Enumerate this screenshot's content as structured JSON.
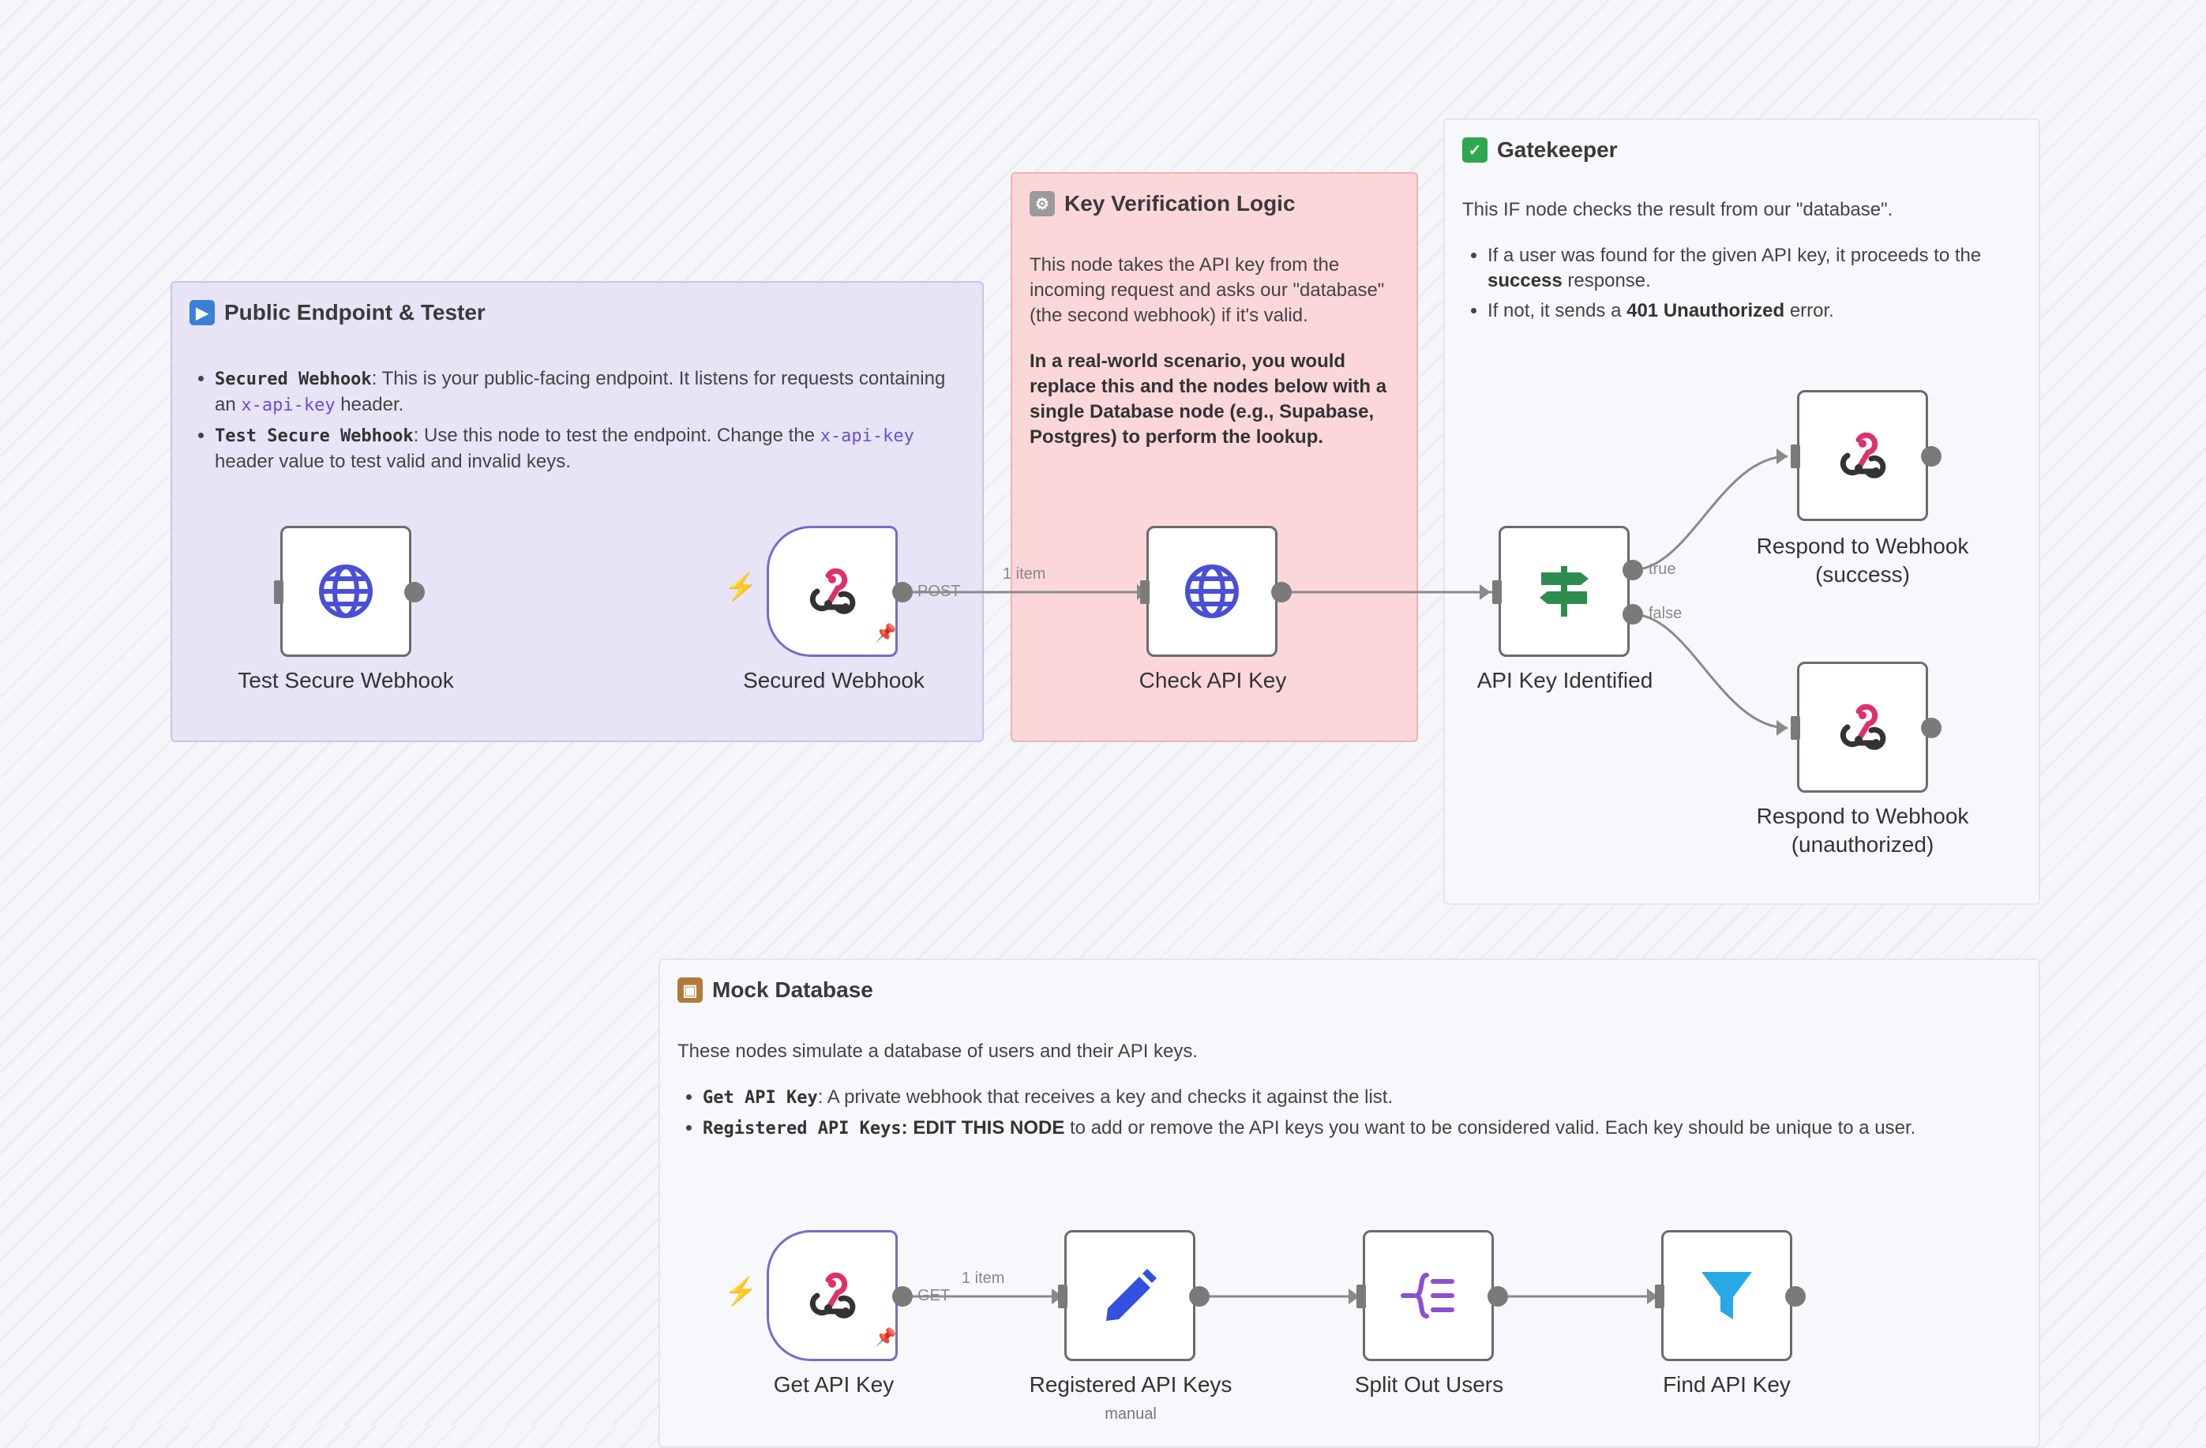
{
  "colors": {
    "purple_note": "#e6e4f5",
    "red_note": "#fbd7d9",
    "white_note": "#f7f8fc",
    "webhook_pink": "#e0306a",
    "globe_blue": "#4a4fd8",
    "if_green": "#2d8c4e",
    "trigger_bolt": "#ff6d5a",
    "set_blue": "#3450e0",
    "split_purple": "#8a4fd4",
    "filter_blue": "#29a8e8"
  },
  "notes": {
    "public": {
      "icon": "play-emoji",
      "title": "Public Endpoint & Tester",
      "b1_code": "Secured Webhook",
      "b1_text1": ": This is your public-facing endpoint. It listens for requests containing an ",
      "b1_code2": "x-api-key",
      "b1_text2": " header.",
      "b2_code": "Test Secure Webhook",
      "b2_text1": ": Use this node to test the endpoint. Change the ",
      "b2_code2": "x-api-key",
      "b2_text2": " header value to test valid and invalid keys."
    },
    "verify": {
      "icon": "gear-emoji",
      "title": "Key Verification Logic",
      "p1": "This node takes the API key from the incoming request and asks our \"database\" (the second webhook) if it's valid.",
      "p2": "In a real-world scenario, you would replace this and the nodes below with a single Database node (e.g., Supabase, Postgres) to perform the lookup."
    },
    "gate": {
      "icon": "check-emoji",
      "title": "Gatekeeper",
      "p1": "This IF node checks the result from our \"database\".",
      "b1_text1": "If a user was found for the given API key, it proceeds to the ",
      "b1_bold": "success",
      "b1_text2": " response.",
      "b2_text1": "If not, it sends a ",
      "b2_bold": "401 Unauthorized",
      "b2_text2": " error."
    },
    "mock": {
      "icon": "package-emoji",
      "title": "Mock Database",
      "p1": "These nodes simulate a database of users and their API keys.",
      "b1_code": "Get API Key",
      "b1_text": ": A private webhook that receives a key and checks it against the list.",
      "b2_code": "Registered API Keys",
      "b2_bold": ": EDIT THIS NODE",
      "b2_text": " to add or remove the API keys you want to be considered valid. Each key should be unique to a user."
    }
  },
  "nodes": {
    "test_secure": "Test Secure Webhook",
    "secured": "Secured Webhook",
    "check_key": "Check API Key",
    "identified": "API Key Identified",
    "respond_success": "Respond to Webhook (success)",
    "respond_unauth": "Respond to Webhook (unauthorized)",
    "get_key": "Get API Key",
    "registered": "Registered API Keys",
    "registered_sub": "manual",
    "split": "Split Out Users",
    "find": "Find API Key"
  },
  "edges": {
    "post": "POST",
    "items1": "1 item",
    "true": "true",
    "false": "false",
    "get": "GET",
    "items2": "1 item"
  }
}
